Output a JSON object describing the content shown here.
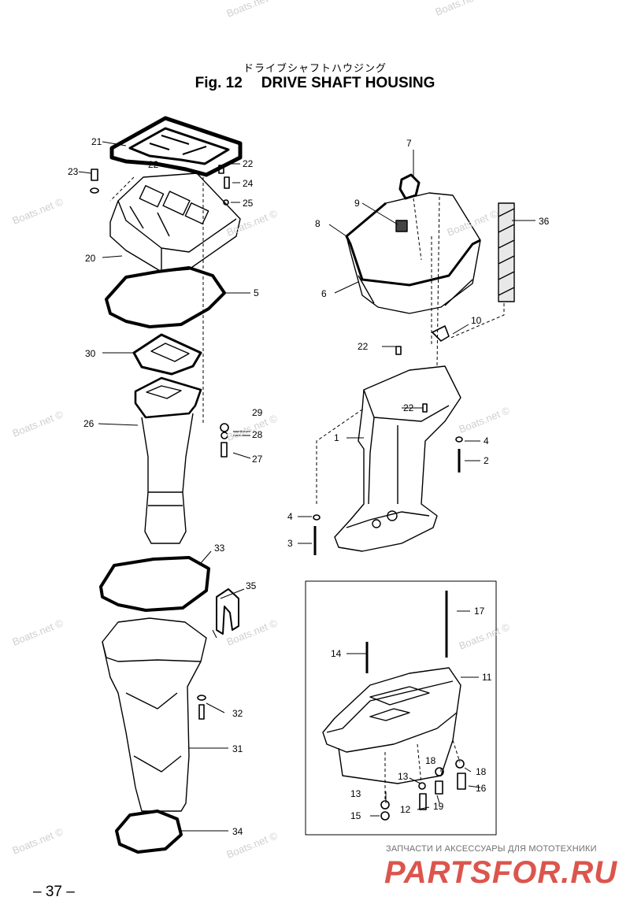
{
  "header": {
    "subtitle_jp": "ドライブシャフトハウジング",
    "fig_label": "Fig. 12",
    "title": "DRIVE SHAFT HOUSING"
  },
  "watermark": "Boats.net ©",
  "page_number": "– 37 –",
  "footer": {
    "tagline": "ЗАПЧАСТИ И АКСЕССУАРЫ ДЛЯ МОТОТЕХНИКИ",
    "brand": "PARTSFOR.RU"
  },
  "callouts": {
    "n1": "1",
    "n2": "2",
    "n3": "3",
    "n4a": "4",
    "n4b": "4",
    "n5": "5",
    "n6": "6",
    "n7": "7",
    "n8": "8",
    "n9": "9",
    "n10": "10",
    "n11": "11",
    "n12": "12",
    "n13a": "13",
    "n13b": "13",
    "n14": "14",
    "n15": "15",
    "n16": "16",
    "n17": "17",
    "n18a": "18",
    "n18b": "18",
    "n19": "19",
    "n20": "20",
    "n21": "21",
    "n22a": "22",
    "n22b": "22",
    "n22c": "22",
    "n22d": "22",
    "n23": "23",
    "n24": "24",
    "n25": "25",
    "n26": "26",
    "n27": "27",
    "n28": "28",
    "n29": "29",
    "n30": "30",
    "n31": "31",
    "n32": "32",
    "n33": "33",
    "n34": "34",
    "n35": "35",
    "n36": "36"
  }
}
